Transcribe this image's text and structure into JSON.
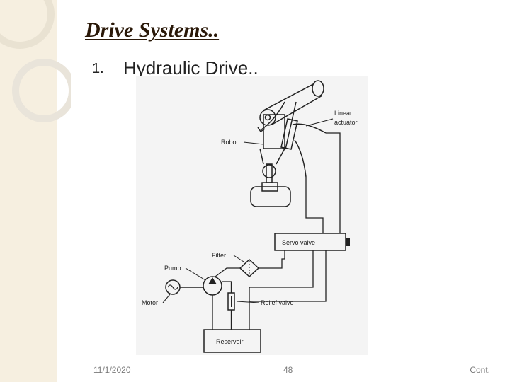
{
  "slide": {
    "title": "Drive Systems..",
    "list_number": "1.",
    "list_item": "Hydraulic Drive..",
    "diagram_labels": {
      "robot": "Robot",
      "linear_actuator_line1": "Linear",
      "linear_actuator_line2": "actuator",
      "servo_valve": "Servo valve",
      "filter": "Filter",
      "pump": "Pump",
      "motor": "Motor",
      "relief_valve": "Relief valve",
      "reservoir": "Reservoir"
    },
    "footer": {
      "date": "11/1/2020",
      "page": "48",
      "cont": "Cont."
    },
    "colors": {
      "background": "#ffffff",
      "left_strip": "#f6efe0",
      "title": "#2a1808",
      "diagram_bg": "#f4f4f4",
      "ink": "#222222"
    }
  }
}
